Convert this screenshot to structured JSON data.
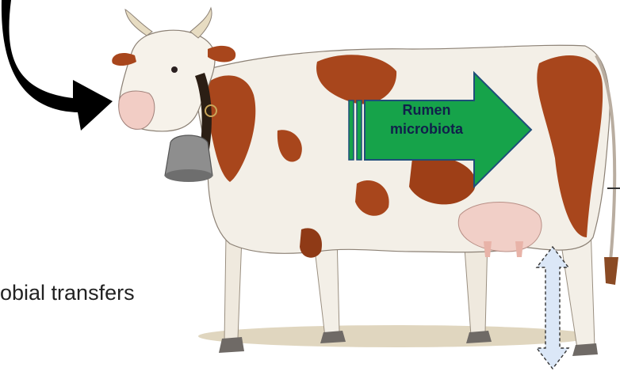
{
  "labels": {
    "rumen_arrow": [
      "Rumen",
      "microbiota"
    ],
    "caption_partial": "obial transfers"
  },
  "colors": {
    "rumen_arrow_fill": "#16a34a",
    "rumen_arrow_stroke": "#1f4e79",
    "udder_arrow_fill": "#dbe7f7",
    "curved_arrow": "#000000",
    "coat_white": "#f3efe7",
    "coat_brown": "#a8461c"
  },
  "icons": {
    "curved_arrow": "curved-arrow-icon",
    "rumen_arrow": "block-arrow-right-icon",
    "udder_arrow": "double-headed-arrow-icon"
  }
}
